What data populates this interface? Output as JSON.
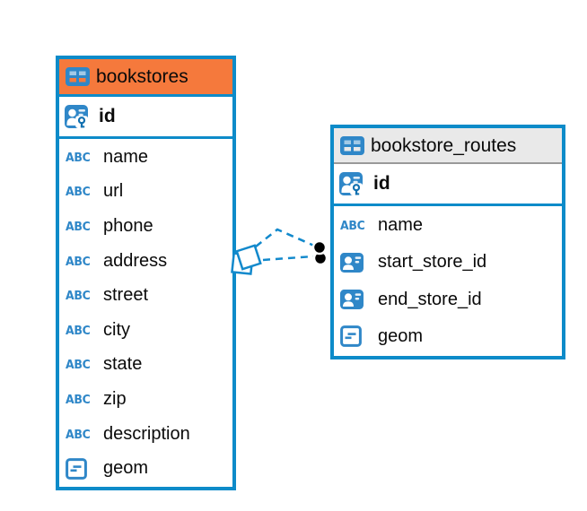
{
  "colors": {
    "accent": "#0d8bc9",
    "icon_blue": "#2f87c8",
    "key_dark": "#1170b0",
    "selected_header": "#f5793c",
    "header_gray": "#e9e9e9",
    "header_gray_border": "#999999",
    "text": "#0a0a0a",
    "canvas_bg": "#ffffff",
    "connector": "#1289cc",
    "connector_dot": "#000000"
  },
  "icons": {
    "table": "grid-table-icon",
    "primary_key": "person-with-key-icon",
    "reference": "person-card-icon",
    "text_type": "ABC",
    "geometry": "line-in-box-icon"
  },
  "tables": [
    {
      "name": "bookstores",
      "selected": true,
      "primary_key": {
        "name": "id",
        "type": "primary-key"
      },
      "fields": [
        {
          "name": "name",
          "type": "text"
        },
        {
          "name": "url",
          "type": "text"
        },
        {
          "name": "phone",
          "type": "text"
        },
        {
          "name": "address",
          "type": "text"
        },
        {
          "name": "street",
          "type": "text"
        },
        {
          "name": "city",
          "type": "text"
        },
        {
          "name": "state",
          "type": "text"
        },
        {
          "name": "zip",
          "type": "text"
        },
        {
          "name": "description",
          "type": "text"
        },
        {
          "name": "geom",
          "type": "geometry"
        }
      ]
    },
    {
      "name": "bookstore_routes",
      "selected": false,
      "primary_key": {
        "name": "id",
        "type": "primary-key"
      },
      "fields": [
        {
          "name": "name",
          "type": "text"
        },
        {
          "name": "start_store_id",
          "type": "reference"
        },
        {
          "name": "end_store_id",
          "type": "reference"
        },
        {
          "name": "geom",
          "type": "geometry"
        }
      ]
    }
  ],
  "connection": {
    "style": "dashed",
    "from_table": "bookstores",
    "to_table": "bookstore_routes",
    "line_count": 2
  }
}
